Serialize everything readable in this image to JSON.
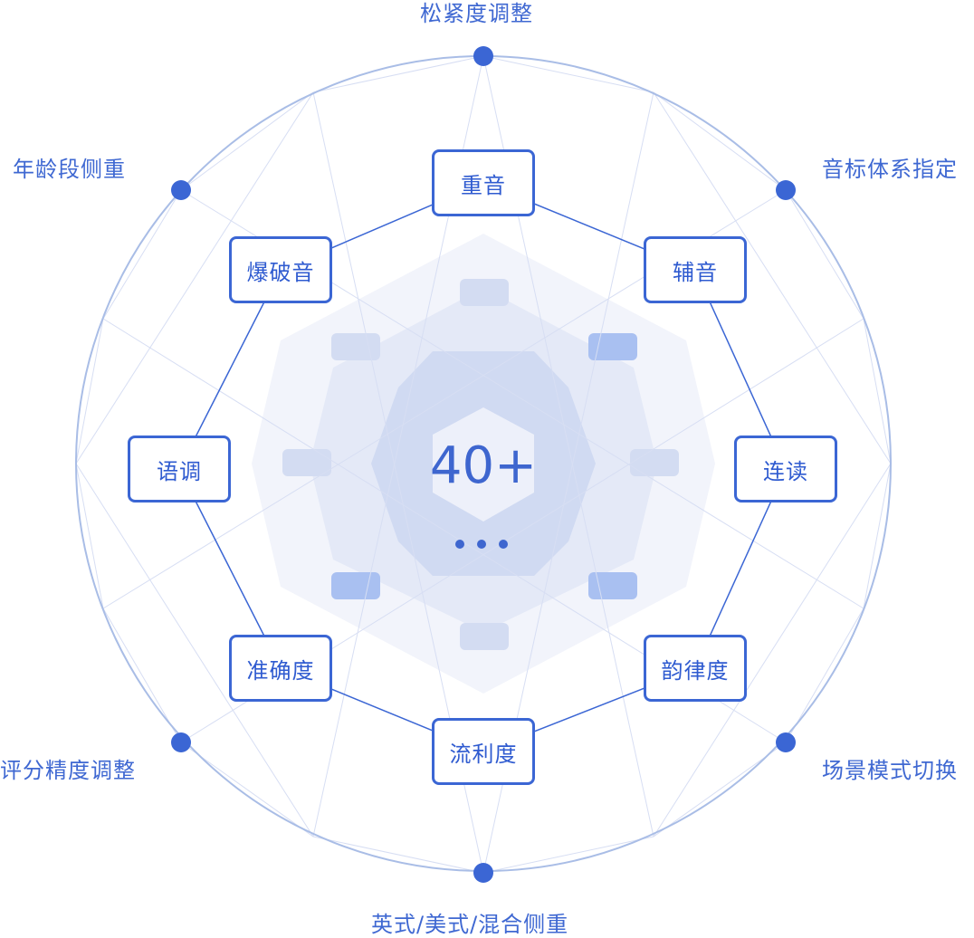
{
  "diagram": {
    "center_value": "40+",
    "center_more": "• • •",
    "outer_items": [
      "松紧度调整",
      "音标体系指定",
      "场景模式切换",
      "英式/美式/混合侧重",
      "评分精度调整",
      "年龄段侧重"
    ],
    "inner_items": [
      "重音",
      "辅音",
      "连读",
      "韵律度",
      "流利度",
      "准确度",
      "语调",
      "爆破音"
    ]
  },
  "colors": {
    "accent": "#3b66d4",
    "circle": "#a9bde6",
    "mesh": "#d7def3",
    "hex_outer": "#f2f4fb",
    "hex_mid": "#e4e9f7",
    "oct_inner": "#d0daf2",
    "center": "#edf0fa",
    "pill_light": "#d3dcf2",
    "pill_dark": "#a9c0f1"
  }
}
